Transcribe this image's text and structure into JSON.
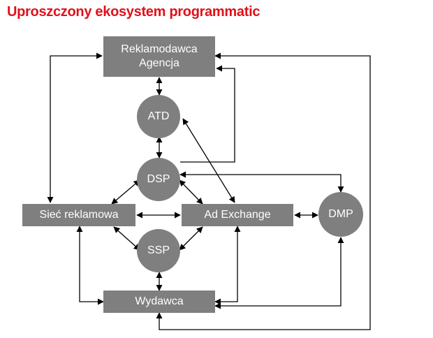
{
  "title": "Uproszczony ekosystem programmatic",
  "nodes": {
    "advertiser": {
      "line1": "Reklamodawca",
      "line2": "Agencja"
    },
    "atd": "ATD",
    "dsp": "DSP",
    "ad_network": "Sieć reklamowa",
    "ad_exchange": "Ad Exchange",
    "dmp": "DMP",
    "ssp": "SSP",
    "publisher": "Wydawca"
  },
  "colors": {
    "title": "#e0101a",
    "node_fill": "#7f7f7f",
    "node_text": "#ffffff",
    "line": "#000000"
  }
}
